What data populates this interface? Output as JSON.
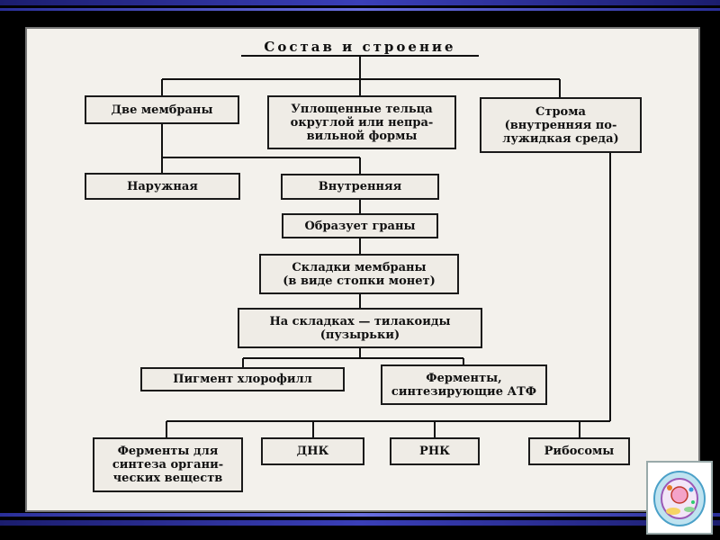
{
  "diagram": {
    "title": "Состав и строение",
    "nodes": {
      "two_membranes": "Две мембраны",
      "flattened_bodies": "Уплощенные тельца\nокруглой или непра-\nвильной формы",
      "stroma": "Строма\n(внутренняя по-\nлужидкая среда)",
      "outer": "Наружная",
      "inner": "Внутренняя",
      "forms_grana": "Образует граны",
      "membrane_folds": "Складки мембраны\n(в виде стопки монет)",
      "thylakoids": "На складках — тилакоиды\n(пузырьки)",
      "chlorophyll": "Пигмент хлорофилл",
      "atp_enzymes": "Ферменты,\nсинтезирующие АТФ",
      "organic_enzymes": "Ферменты для\nсинтеза органи-\nческих веществ",
      "dna": "ДНК",
      "rna": "РНК",
      "ribosomes": "Рибосомы"
    }
  },
  "colors": {
    "background": "#000000",
    "slide": "#f3f1ec",
    "box_fill": "#efece6",
    "ink": "#111111",
    "stripe": "#3a3fb8"
  }
}
